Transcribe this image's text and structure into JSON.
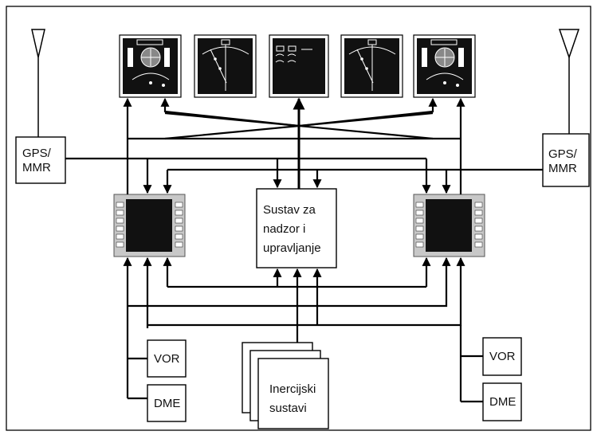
{
  "nodes": {
    "gps_left": {
      "line1": "GPS/",
      "line2": "MMR"
    },
    "gps_right": {
      "line1": "GPS/",
      "line2": "MMR"
    },
    "central": {
      "line1": "Sustav za",
      "line2": "nadzor i",
      "line3": "upravljanje"
    },
    "vor_left": {
      "label": "VOR"
    },
    "dme_left": {
      "label": "DME"
    },
    "vor_right": {
      "label": "VOR"
    },
    "dme_right": {
      "label": "DME"
    },
    "inertial": {
      "line1": "Inercijski",
      "line2": "sustavi"
    }
  },
  "displays": [
    "primary-flight-display",
    "navigation-display",
    "engine-display",
    "navigation-display",
    "primary-flight-display"
  ],
  "colors": {
    "line": "#000000",
    "screen": "#111111",
    "bezel": "#c8c8c8"
  }
}
